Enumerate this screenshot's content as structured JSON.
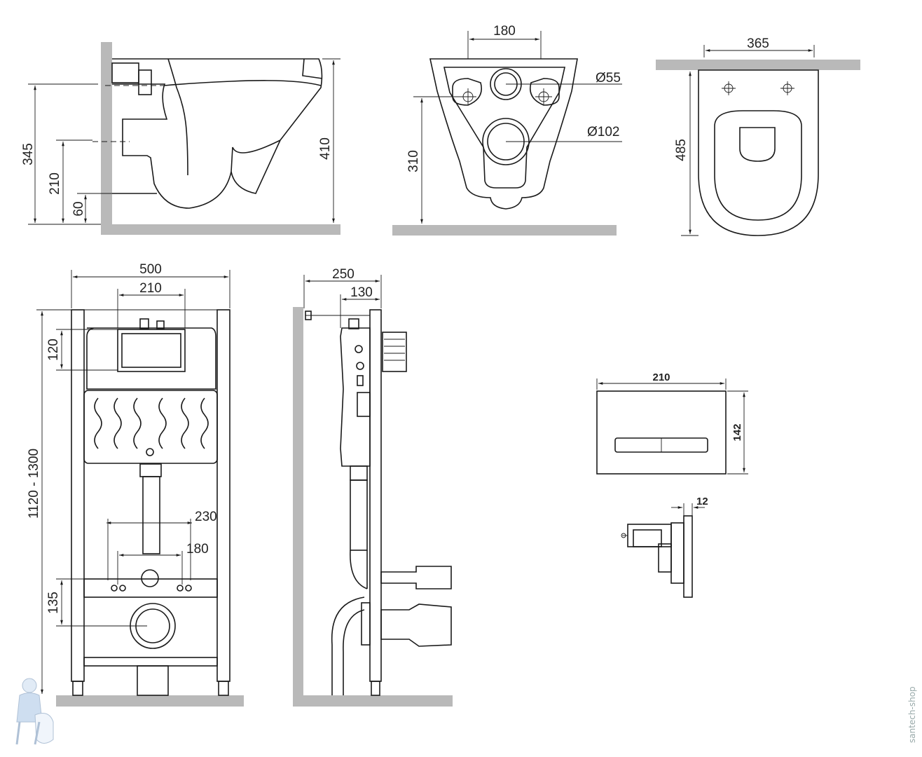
{
  "side_view": {
    "height_total": "345",
    "height_inlet": "210",
    "height_floor": "60",
    "height_rim": "410"
  },
  "front_view": {
    "width_bolts": "180",
    "hole_small": "Ø55",
    "hole_large": "Ø102",
    "height_outlet": "310"
  },
  "top_view": {
    "width": "365",
    "depth": "485"
  },
  "frame_front": {
    "width": "500",
    "width_tank": "210",
    "height_tank": "120",
    "height_range": "1120 - 1300",
    "width_studs": "230",
    "width_holes": "180",
    "height_outlet": "135"
  },
  "frame_side": {
    "depth": "250",
    "depth_tank": "130"
  },
  "button": {
    "width": "210",
    "height": "142",
    "thickness": "12"
  },
  "watermark": "santech-shop"
}
